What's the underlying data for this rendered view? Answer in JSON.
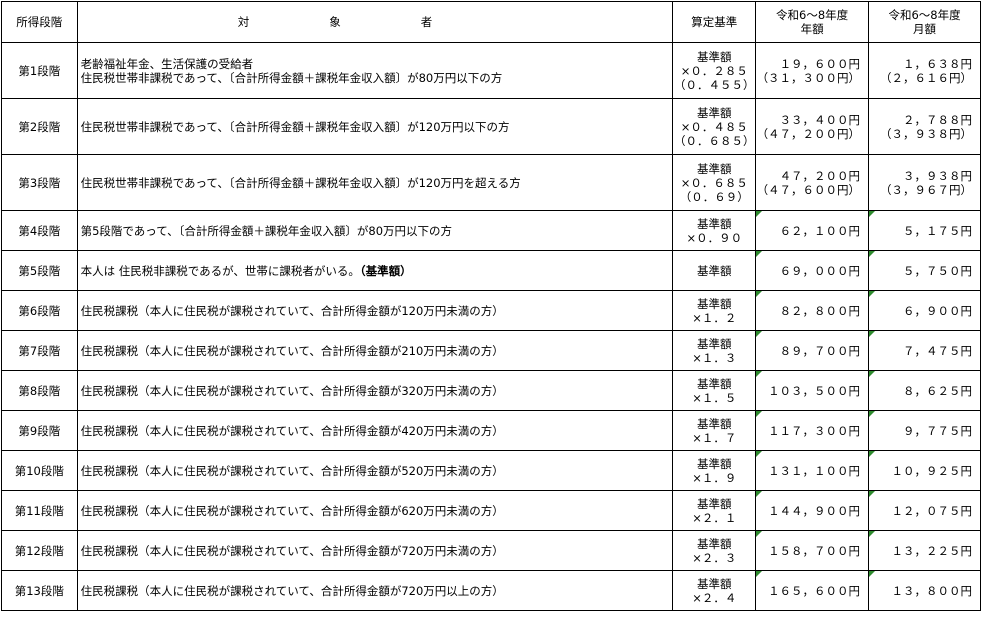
{
  "header": {
    "col0": "所得段階",
    "col1": "対象者",
    "col2": "算定基準",
    "col3_line1": "令和6～8年度",
    "col3_line2": "年額",
    "col4_line1": "令和6～8年度",
    "col4_line2": "月額"
  },
  "rows": [
    {
      "stage": "第1段階",
      "target_l1": "老齢福祉年金、生活保護の受給者",
      "target_l2": "住民税世帯非課税であって、〔合計所得金額＋課税年金収入額〕が80万円以下の方",
      "base_l1": "基準額",
      "base_l2": "×０．２８５",
      "base_l3": "（０．４５５）",
      "annual_l1": "１９，６００円",
      "annual_l2": "（３１，３００円）",
      "monthly_l1": "１，６３８円",
      "monthly_l2": "（２，６１６円）"
    },
    {
      "stage": "第2段階",
      "target_l1": "住民税世帯非課税であって、〔合計所得金額＋課税年金収入額〕が120万円以下の方",
      "base_l1": "基準額",
      "base_l2": "×０．４８５",
      "base_l3": "（０．６８５）",
      "annual_l1": "３３，４００円",
      "annual_l2": "（４７，２００円）",
      "monthly_l1": "２，７８８円",
      "monthly_l2": "（３，９３８円）"
    },
    {
      "stage": "第3段階",
      "target_l1": "住民税世帯非課税であって、〔合計所得金額＋課税年金収入額〕が120万円を超える方",
      "base_l1": "基準額",
      "base_l2": "×０．６８５",
      "base_l3": "（０．６９）",
      "annual_l1": "４７，２００円",
      "annual_l2": "（４７，６００円）",
      "monthly_l1": "３，９３８円",
      "monthly_l2": "（３，９６７円）"
    },
    {
      "stage": "第4段階",
      "target_l1": "第5段階であって、〔合計所得金額＋課税年金収入額〕が80万円以下の方",
      "base_l1": "基準額",
      "base_l2": "×０．９０",
      "annual_l1": "６２，１００円",
      "monthly_l1": "５，１７５円"
    },
    {
      "stage": "第5段階",
      "target_l1": "本人は 住民税非課税であるが、世帯に課税者がいる。",
      "target_bold": "（基準額）",
      "base_l1": "基準額",
      "annual_l1": "６９，０００円",
      "monthly_l1": "５，７５０円"
    },
    {
      "stage": "第6段階",
      "target_l1": "住民税課税（本人に住民税が課税されていて、合計所得金額が120万円未満の方）",
      "base_l1": "基準額",
      "base_l2": "×１．２",
      "annual_l1": "８２，８００円",
      "monthly_l1": "６，９００円"
    },
    {
      "stage": "第7段階",
      "target_l1": "住民税課税（本人に住民税が課税されていて、合計所得金額が210万円未満の方）",
      "base_l1": "基準額",
      "base_l2": "×１．３",
      "annual_l1": "８９，７００円",
      "monthly_l1": "７，４７５円"
    },
    {
      "stage": "第8段階",
      "target_l1": "住民税課税（本人に住民税が課税されていて、合計所得金額が320万円未満の方）",
      "base_l1": "基準額",
      "base_l2": "×１．５",
      "annual_l1": "１０３，５００円",
      "monthly_l1": "８，６２５円"
    },
    {
      "stage": "第9段階",
      "target_l1": "住民税課税（本人に住民税が課税されていて、合計所得金額が420万円未満の方）",
      "base_l1": "基準額",
      "base_l2": "×１．７",
      "annual_l1": "１１７，３００円",
      "monthly_l1": "９，７７５円"
    },
    {
      "stage": "第10段階",
      "target_l1": "住民税課税（本人に住民税が課税されていて、合計所得金額が520万円未満の方）",
      "base_l1": "基準額",
      "base_l2": "×１．９",
      "annual_l1": "１３１，１００円",
      "monthly_l1": "１０，９２５円"
    },
    {
      "stage": "第11段階",
      "target_l1": "住民税課税（本人に住民税が課税されていて、合計所得金額が620万円未満の方）",
      "base_l1": "基準額",
      "base_l2": "×２．１",
      "annual_l1": "１４４，９００円",
      "monthly_l1": "１２，０７５円"
    },
    {
      "stage": "第12段階",
      "target_l1": "住民税課税（本人に住民税が課税されていて、合計所得金額が720万円未満の方）",
      "base_l1": "基準額",
      "base_l2": "×２．３",
      "annual_l1": "１５８，７００円",
      "monthly_l1": "１３，２２５円"
    },
    {
      "stage": "第13段階",
      "target_l1": "住民税課税（本人に住民税が課税されていて、合計所得金額が720万円以上の方）",
      "base_l1": "基準額",
      "base_l2": "×２．４",
      "annual_l1": "１６５，６００円",
      "monthly_l1": "１３，８００円"
    }
  ],
  "colors": {
    "cell_marker": "#2e8b2e",
    "border": "#000000"
  }
}
